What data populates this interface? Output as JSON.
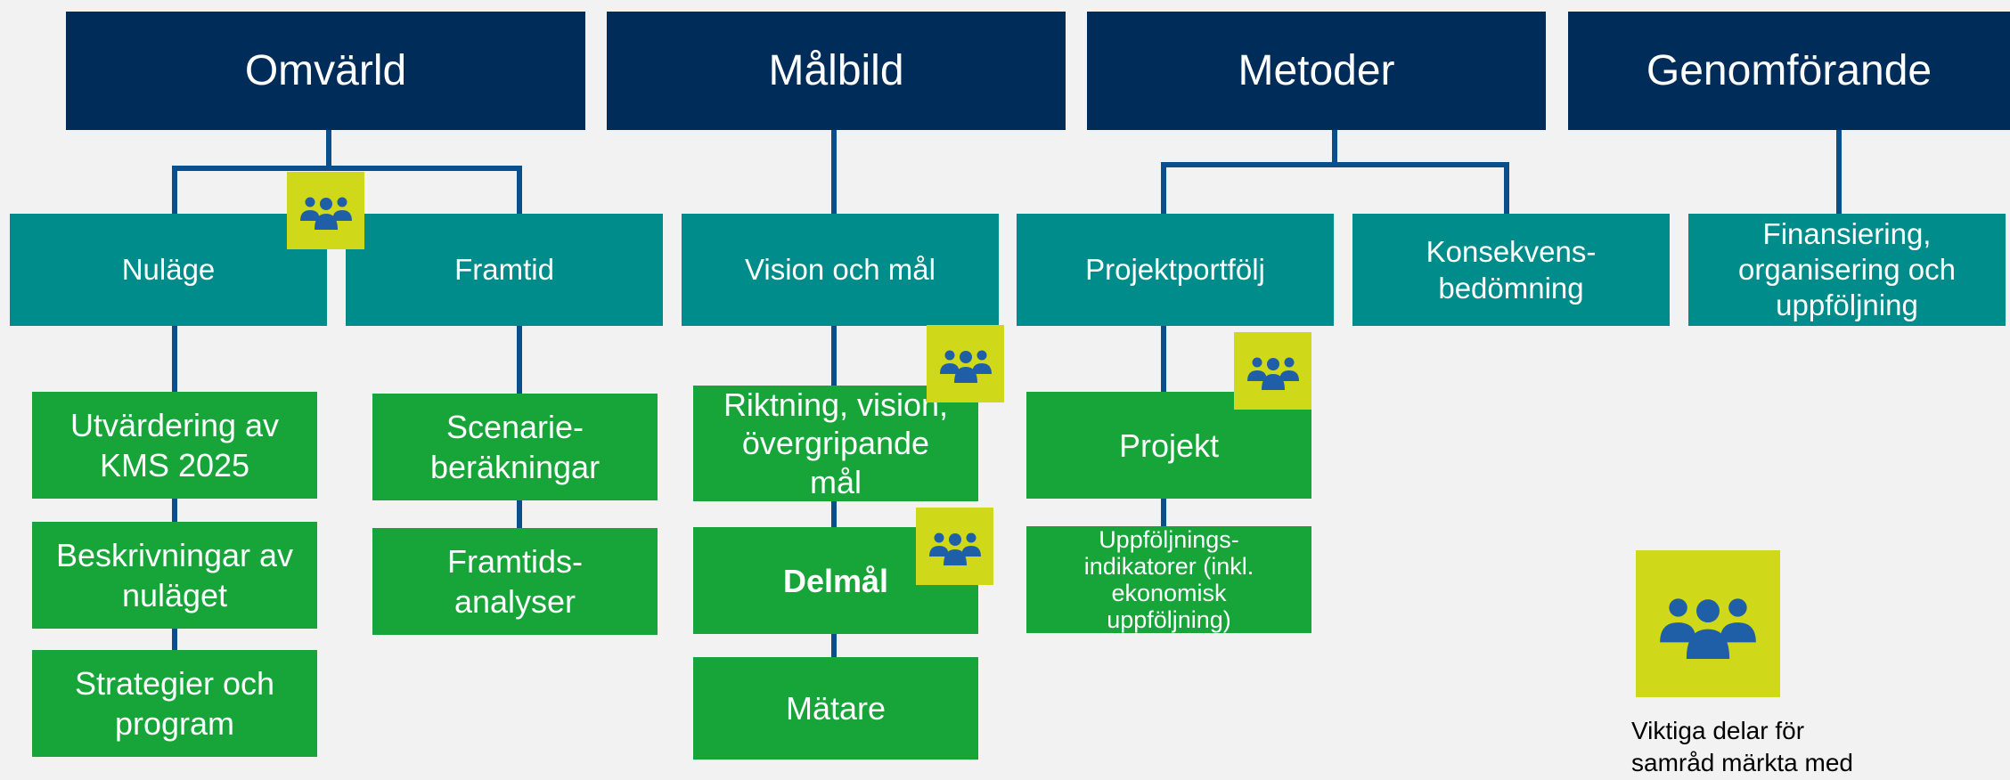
{
  "headers": {
    "omvarld": "Omvärld",
    "malbild": "Målbild",
    "metoder": "Metoder",
    "genomforande": "Genomförande"
  },
  "mid": {
    "nulage": "Nuläge",
    "framtid": "Framtid",
    "vision": "Vision och mål",
    "projektportfolj": "Projektportfölj",
    "konsekvens": "Konsekvens-\nbedömning",
    "finansiering": "Finansiering,\norganisering och\nuppföljning"
  },
  "leaves": {
    "utvardering": "Utvärdering av\nKMS 2025",
    "beskrivningar": "Beskrivningar av\nnuläget",
    "strategier": "Strategier och\nprogram",
    "scenario": "Scenarie-\nberäkningar",
    "framtidsanalyser": "Framtids-\nanalyser",
    "riktning": "Riktning, vision,\növergripande\nmål",
    "delmal": "Delmål",
    "matare": "Mätare",
    "projekt": "Projekt",
    "uppfoljning": "Uppföljnings-\nindikatorer (inkl.\nekonomisk\nuppföljning)"
  },
  "legend": {
    "text": "Viktiga delar för\nsamråd märkta med",
    "icon": "people-group-icon"
  },
  "colors": {
    "header": "#002c5a",
    "mid": "#008c8a",
    "leaf": "#17a53a",
    "badge": "#d0d81a",
    "connector": "#0a4f8c",
    "icon": "#1f5fa8"
  }
}
